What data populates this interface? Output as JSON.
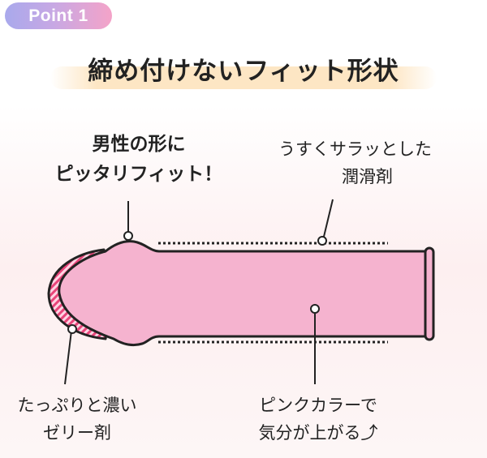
{
  "badge": {
    "label": "Point 1"
  },
  "headline": "締め付けないフィット形状",
  "callouts": {
    "shape_line1": "男性の形に",
    "shape_line2": "ピッタリフィット！",
    "lubricant_line1": "うすくサラッとした",
    "lubricant_line2": "潤滑剤",
    "jelly_line1": "たっぷりと濃い",
    "jelly_line2": "ゼリー剤",
    "color_line1": "ピンクカラーで",
    "color_line2": "気分が上がる⤴"
  },
  "colors": {
    "condom_fill": "#f5b3cf",
    "condom_stroke": "#222222",
    "jelly_pink": "#e8457a",
    "headline_band": "#fde6c4"
  }
}
